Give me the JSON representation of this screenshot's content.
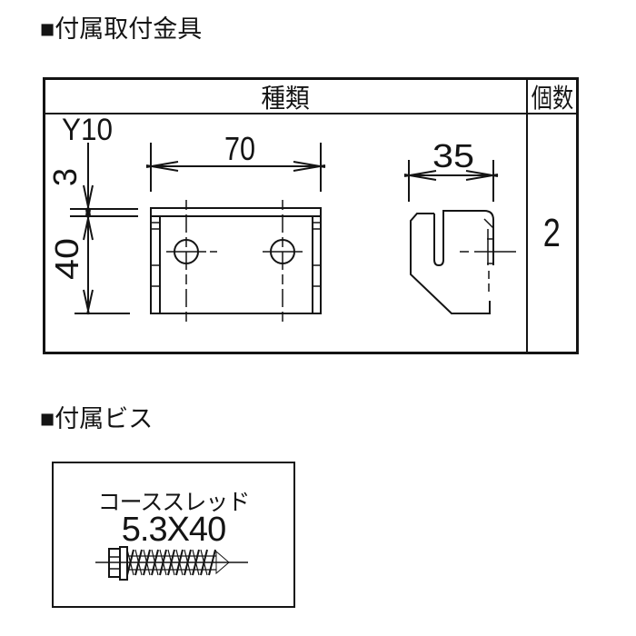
{
  "ink": "#141414",
  "background": "#ffffff",
  "sections": {
    "brackets": {
      "heading": "■付属取付金具",
      "table": {
        "col_type": "種類",
        "col_qty": "個数",
        "qty_value": "2"
      },
      "dimensions": {
        "hole_label": "Y10",
        "flange_height": "3",
        "body_height": "40",
        "width": "70",
        "depth": "35"
      }
    },
    "screws": {
      "heading": "■付属ビス",
      "label": "コーススレッド",
      "size": "5.3X40"
    }
  }
}
